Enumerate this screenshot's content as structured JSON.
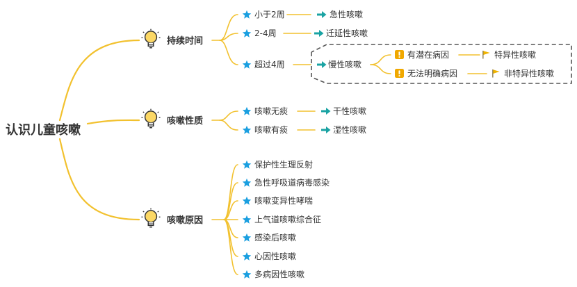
{
  "root": "认识儿童咳嗽",
  "branches": [
    {
      "title": "持续时间",
      "items": [
        {
          "label": "小于2周",
          "result": "急性咳嗽"
        },
        {
          "label": "2-4周",
          "result": "迁延性咳嗽"
        },
        {
          "label": "超过4周",
          "result": "慢性咳嗽",
          "sub": [
            {
              "label": "有潜在病因",
              "result": "特异性咳嗽"
            },
            {
              "label": "无法明确病因",
              "result": "非特异性咳嗽"
            }
          ]
        }
      ]
    },
    {
      "title": "咳嗽性质",
      "items": [
        {
          "label": "咳嗽无痰",
          "result": "干性咳嗽"
        },
        {
          "label": "咳嗽有痰",
          "result": "湿性咳嗽"
        }
      ]
    },
    {
      "title": "咳嗽原因",
      "items": [
        {
          "label": "保护性生理反射"
        },
        {
          "label": "急性呼吸道病毒感染"
        },
        {
          "label": "咳嗽变异性哮喘"
        },
        {
          "label": "上气道咳嗽综合征"
        },
        {
          "label": "感染后咳嗽"
        },
        {
          "label": "心因性咳嗽"
        },
        {
          "label": "多病因性咳嗽"
        }
      ]
    }
  ],
  "colors": {
    "branch": "#f2c12e",
    "star": "#1a9fe0",
    "arrow": "#1aa3a3",
    "warning": "#f0a800",
    "flag": "#f0b400"
  },
  "icons": {
    "branch": "lightbulb-icon",
    "item": "star-icon",
    "result": "arrow-right-icon",
    "sub": "warning-icon",
    "subresult": "flag-icon"
  }
}
